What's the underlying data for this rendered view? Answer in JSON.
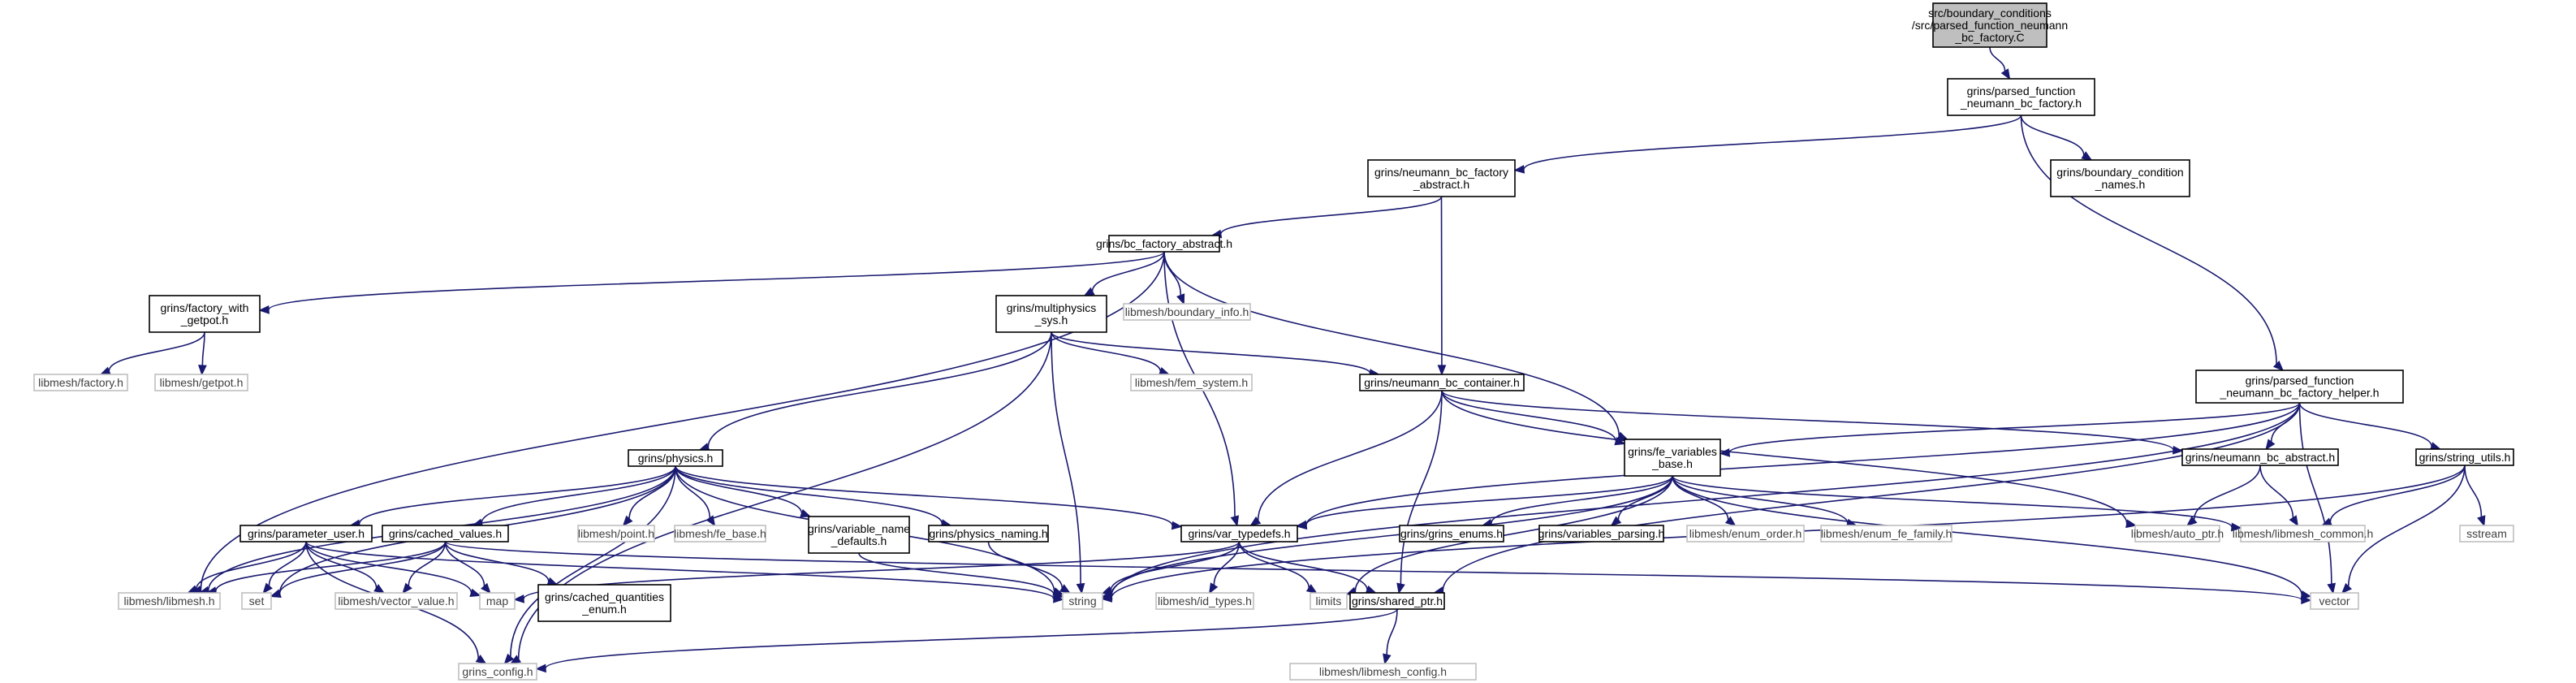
{
  "colors": {
    "edge": "#191970",
    "root_fill": "#bfbfbf",
    "ext_border": "#bfbfbf",
    "int_border": "#000000"
  },
  "nodes": [
    {
      "id": "root",
      "kind": "root",
      "lines": [
        "src/boundary_conditions",
        "/src/parsed_function_neumann",
        "_bc_factory.C"
      ]
    },
    {
      "id": "pfnbf",
      "kind": "int",
      "lines": [
        "grins/parsed_function",
        "_neumann_bc_factory.h"
      ]
    },
    {
      "id": "nbfa",
      "kind": "int",
      "lines": [
        "grins/neumann_bc_factory",
        "_abstract.h"
      ]
    },
    {
      "id": "bcn",
      "kind": "int",
      "lines": [
        "grins/boundary_condition",
        "_names.h"
      ]
    },
    {
      "id": "bcfa",
      "kind": "int",
      "lines": [
        "grins/bc_factory_abstract.h"
      ]
    },
    {
      "id": "fwg",
      "kind": "int",
      "lines": [
        "grins/factory_with",
        "_getpot.h"
      ]
    },
    {
      "id": "mps",
      "kind": "int",
      "lines": [
        "grins/multiphysics",
        "_sys.h"
      ]
    },
    {
      "id": "lbi",
      "kind": "ext",
      "lines": [
        "libmesh/boundary_info.h"
      ]
    },
    {
      "id": "lfac",
      "kind": "ext",
      "lines": [
        "libmesh/factory.h"
      ]
    },
    {
      "id": "lget",
      "kind": "ext",
      "lines": [
        "libmesh/getpot.h"
      ]
    },
    {
      "id": "lfem",
      "kind": "ext",
      "lines": [
        "libmesh/fem_system.h"
      ]
    },
    {
      "id": "nbc",
      "kind": "int",
      "lines": [
        "grins/neumann_bc_container.h"
      ]
    },
    {
      "id": "pfh",
      "kind": "int",
      "lines": [
        "grins/parsed_function",
        "_neumann_bc_factory_helper.h"
      ]
    },
    {
      "id": "phys",
      "kind": "int",
      "lines": [
        "grins/physics.h"
      ]
    },
    {
      "id": "fev",
      "kind": "int",
      "lines": [
        "grins/fe_variables",
        "_base.h"
      ]
    },
    {
      "id": "nba",
      "kind": "int",
      "lines": [
        "grins/neumann_bc_abstract.h"
      ]
    },
    {
      "id": "su",
      "kind": "int",
      "lines": [
        "grins/string_utils.h"
      ]
    },
    {
      "id": "pu",
      "kind": "int",
      "lines": [
        "grins/parameter_user.h"
      ]
    },
    {
      "id": "cv",
      "kind": "int",
      "lines": [
        "grins/cached_values.h"
      ]
    },
    {
      "id": "lpt",
      "kind": "ext",
      "lines": [
        "libmesh/point.h"
      ]
    },
    {
      "id": "lfeb",
      "kind": "ext",
      "lines": [
        "libmesh/fe_base.h"
      ]
    },
    {
      "id": "vnd",
      "kind": "int",
      "lines": [
        "grins/variable_name",
        "_defaults.h"
      ]
    },
    {
      "id": "pn",
      "kind": "int",
      "lines": [
        "grins/physics_naming.h"
      ]
    },
    {
      "id": "vt",
      "kind": "int",
      "lines": [
        "grins/var_typedefs.h"
      ]
    },
    {
      "id": "ge",
      "kind": "int",
      "lines": [
        "grins/grins_enums.h"
      ]
    },
    {
      "id": "vp",
      "kind": "int",
      "lines": [
        "grins/variables_parsing.h"
      ]
    },
    {
      "id": "leo",
      "kind": "ext",
      "lines": [
        "libmesh/enum_order.h"
      ]
    },
    {
      "id": "leff",
      "kind": "ext",
      "lines": [
        "libmesh/enum_fe_family.h"
      ]
    },
    {
      "id": "lap",
      "kind": "ext",
      "lines": [
        "libmesh/auto_ptr.h"
      ]
    },
    {
      "id": "llc",
      "kind": "ext",
      "lines": [
        "libmesh/libmesh_common.h"
      ]
    },
    {
      "id": "sstr",
      "kind": "ext",
      "lines": [
        "sstream"
      ]
    },
    {
      "id": "llm",
      "kind": "ext",
      "lines": [
        "libmesh/libmesh.h"
      ]
    },
    {
      "id": "set",
      "kind": "ext",
      "lines": [
        "set"
      ]
    },
    {
      "id": "lvv",
      "kind": "ext",
      "lines": [
        "libmesh/vector_value.h"
      ]
    },
    {
      "id": "map",
      "kind": "ext",
      "lines": [
        "map"
      ]
    },
    {
      "id": "cqe",
      "kind": "int",
      "lines": [
        "grins/cached_quantities",
        "_enum.h"
      ]
    },
    {
      "id": "string",
      "kind": "ext",
      "lines": [
        "string"
      ]
    },
    {
      "id": "lid",
      "kind": "ext",
      "lines": [
        "libmesh/id_types.h"
      ]
    },
    {
      "id": "limits",
      "kind": "ext",
      "lines": [
        "limits"
      ]
    },
    {
      "id": "sp",
      "kind": "int",
      "lines": [
        "grins/shared_ptr.h"
      ]
    },
    {
      "id": "vector",
      "kind": "ext",
      "lines": [
        "vector"
      ]
    },
    {
      "id": "gc",
      "kind": "ext",
      "lines": [
        "grins_config.h"
      ]
    },
    {
      "id": "llcfg",
      "kind": "ext",
      "lines": [
        "libmesh/libmesh_config.h"
      ]
    }
  ],
  "edges": [
    [
      "root",
      "pfnbf"
    ],
    [
      "pfnbf",
      "nbfa"
    ],
    [
      "pfnbf",
      "bcn"
    ],
    [
      "pfnbf",
      "pfh"
    ],
    [
      "nbfa",
      "bcfa"
    ],
    [
      "nbfa",
      "nbc"
    ],
    [
      "bcfa",
      "fwg"
    ],
    [
      "bcfa",
      "mps"
    ],
    [
      "bcfa",
      "lbi"
    ],
    [
      "bcfa",
      "llm"
    ],
    [
      "bcfa",
      "fev"
    ],
    [
      "bcfa",
      "vt"
    ],
    [
      "fwg",
      "lfac"
    ],
    [
      "fwg",
      "lget"
    ],
    [
      "mps",
      "phys"
    ],
    [
      "mps",
      "lfem"
    ],
    [
      "mps",
      "nbc"
    ],
    [
      "mps",
      "string"
    ],
    [
      "mps",
      "gc"
    ],
    [
      "nbc",
      "fev"
    ],
    [
      "nbc",
      "vt"
    ],
    [
      "nbc",
      "sp"
    ],
    [
      "nbc",
      "lap"
    ],
    [
      "nbc",
      "nba"
    ],
    [
      "pfh",
      "fev"
    ],
    [
      "pfh",
      "nba"
    ],
    [
      "pfh",
      "su"
    ],
    [
      "pfh",
      "vt"
    ],
    [
      "pfh",
      "vector"
    ],
    [
      "pfh",
      "string"
    ],
    [
      "pfh",
      "sp"
    ],
    [
      "phys",
      "pu"
    ],
    [
      "phys",
      "cv"
    ],
    [
      "phys",
      "lpt"
    ],
    [
      "phys",
      "lfeb"
    ],
    [
      "phys",
      "vnd"
    ],
    [
      "phys",
      "pn"
    ],
    [
      "phys",
      "vt"
    ],
    [
      "phys",
      "llm"
    ],
    [
      "phys",
      "set"
    ],
    [
      "phys",
      "string"
    ],
    [
      "phys",
      "gc"
    ],
    [
      "fev",
      "ge"
    ],
    [
      "fev",
      "vp"
    ],
    [
      "fev",
      "leo"
    ],
    [
      "fev",
      "leff"
    ],
    [
      "fev",
      "llc"
    ],
    [
      "fev",
      "vt"
    ],
    [
      "fev",
      "string"
    ],
    [
      "fev",
      "vector"
    ],
    [
      "fev",
      "limits"
    ],
    [
      "nba",
      "lap"
    ],
    [
      "nba",
      "llc"
    ],
    [
      "su",
      "llc"
    ],
    [
      "su",
      "sstr"
    ],
    [
      "su",
      "vector"
    ],
    [
      "su",
      "string"
    ],
    [
      "pu",
      "llm"
    ],
    [
      "pu",
      "set"
    ],
    [
      "pu",
      "map"
    ],
    [
      "pu",
      "lvv"
    ],
    [
      "pu",
      "string"
    ],
    [
      "pu",
      "gc"
    ],
    [
      "cv",
      "llm"
    ],
    [
      "cv",
      "set"
    ],
    [
      "cv",
      "lvv"
    ],
    [
      "cv",
      "map"
    ],
    [
      "cv",
      "cqe"
    ],
    [
      "cv",
      "vector"
    ],
    [
      "vnd",
      "string"
    ],
    [
      "pn",
      "string"
    ],
    [
      "vt",
      "lid"
    ],
    [
      "vt",
      "string"
    ],
    [
      "vt",
      "map"
    ],
    [
      "vt",
      "limits"
    ],
    [
      "vt",
      "sp"
    ],
    [
      "sp",
      "gc"
    ],
    [
      "sp",
      "llcfg"
    ]
  ]
}
